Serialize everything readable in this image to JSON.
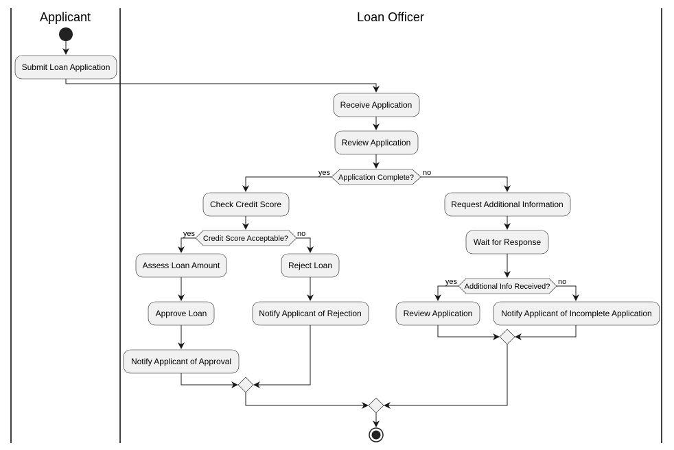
{
  "lanes": {
    "applicant": "Applicant",
    "officer": "Loan Officer"
  },
  "activities": {
    "submit": "Submit Loan Application",
    "receive": "Receive Application",
    "review": "Review Application",
    "check_credit": "Check Credit Score",
    "request_info": "Request Additional Information",
    "assess": "Assess Loan Amount",
    "reject": "Reject Loan",
    "wait": "Wait for Response",
    "approve": "Approve Loan",
    "notify_rejection": "Notify Applicant of Rejection",
    "review2": "Review Application",
    "notify_incomplete": "Notify Applicant of Incomplete Application",
    "notify_approval": "Notify Applicant of Approval"
  },
  "decisions": {
    "complete": "Application Complete?",
    "credit": "Credit Score Acceptable?",
    "info": "Additional Info Received?"
  },
  "branches": {
    "yes": "yes",
    "no": "no"
  }
}
